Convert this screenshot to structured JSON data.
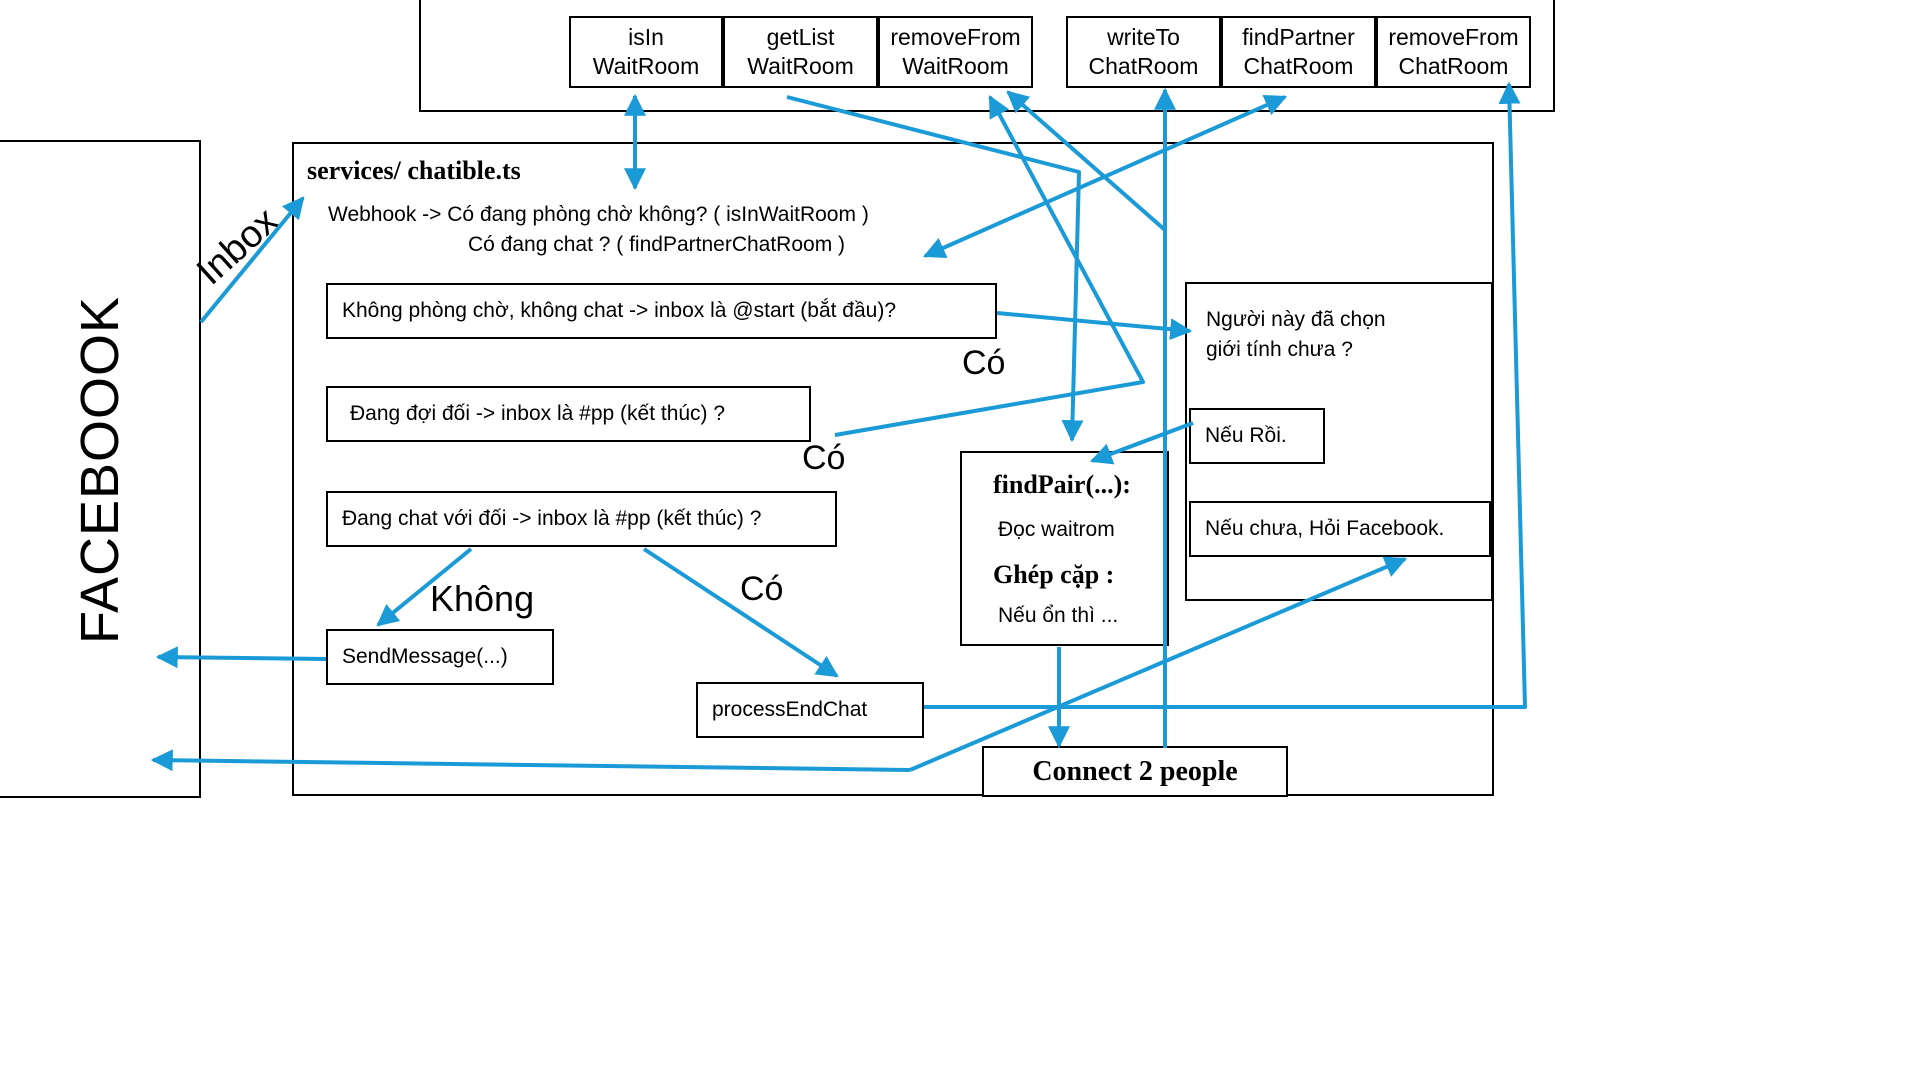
{
  "facebook": {
    "label": "FACEBOOOK"
  },
  "edge_labels": {
    "inbox": "Inbox",
    "yes_1": "Có",
    "yes_2": "Có",
    "yes_3": "Có",
    "no": "Không"
  },
  "store_functions": [
    {
      "line1": "isIn",
      "line2": "WaitRoom"
    },
    {
      "line1": "getList",
      "line2": "WaitRoom"
    },
    {
      "line1": "removeFrom",
      "line2": "WaitRoom"
    },
    {
      "line1": "writeTo",
      "line2": "ChatRoom"
    },
    {
      "line1": "findPartner",
      "line2": "ChatRoom"
    },
    {
      "line1": "removeFrom",
      "line2": "ChatRoom"
    }
  ],
  "service": {
    "title": "services/ chatible.ts",
    "webhook_line1": "Webhook -> Có đang phòng chờ không? ( isInWaitRoom )",
    "webhook_line2": "Có đang chat ? ( findPartnerChatRoom )"
  },
  "questions": {
    "start": "Không phòng chờ, không chat -> inbox là @start (bắt đầu)?",
    "waiting": "Đang đợi đối -> inbox là #pp (kết thúc) ?",
    "chatting": "Đang chat với đối -> inbox là #pp (kết thúc) ?"
  },
  "gender": {
    "question_line1": "Người này đã chọn",
    "question_line2": "giới tính chưa ?",
    "yes": "Nếu Rồi.",
    "no": "Nếu chưa, Hỏi Facebook."
  },
  "find_pair": {
    "title": "findPair(...):",
    "line1": "Đọc waitrom",
    "subtitle": "Ghép cặp :",
    "line2": "Nếu ổn thì ..."
  },
  "send_message": "SendMessage(...)",
  "process_end_chat": "processEndChat",
  "connect": "Connect 2 people",
  "colors": {
    "arrow": "#1a9ad6",
    "border": "#000000"
  }
}
